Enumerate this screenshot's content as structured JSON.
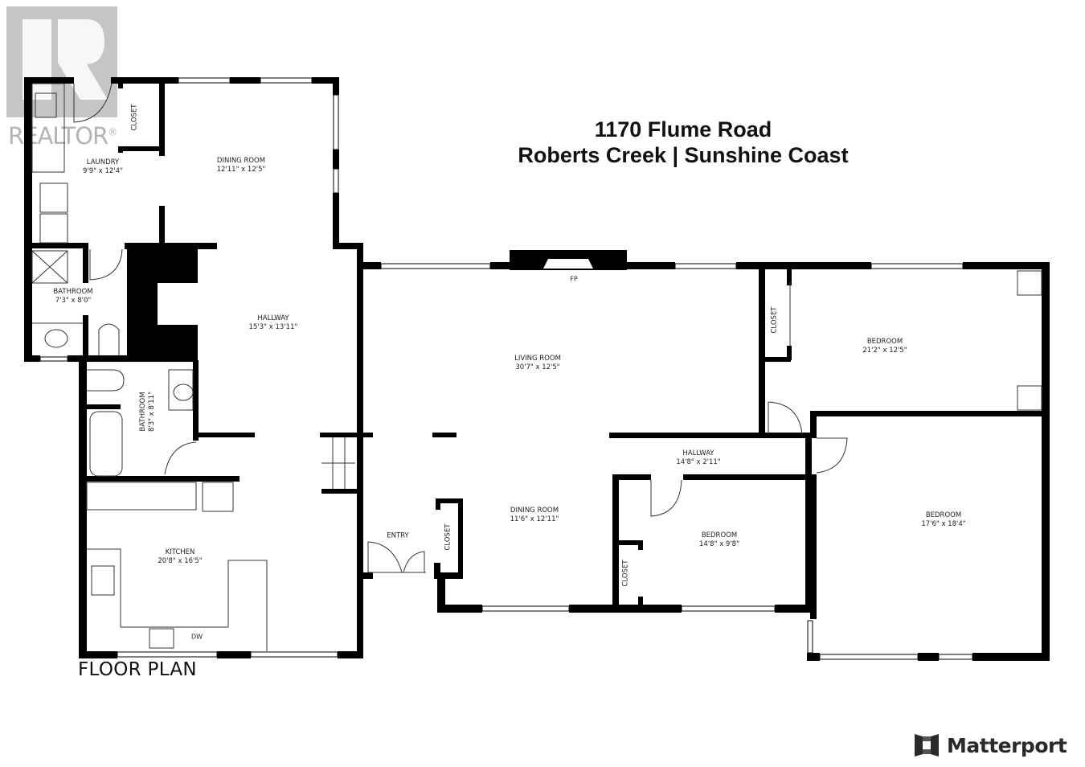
{
  "header": {
    "address_line1": "1170 Flume Road",
    "address_line2": "Roberts Creek | Sunshine Coast"
  },
  "watermark": {
    "brand": "REALTOR",
    "registered_mark": "®",
    "color": "#999999"
  },
  "footer": {
    "plan_label": "FLOOR PLAN",
    "provider": "Matterport"
  },
  "colors": {
    "wall": "#000000",
    "background": "#ffffff",
    "fixture_line": "#333333"
  },
  "rooms": [
    {
      "id": "laundry",
      "name": "LAUNDRY",
      "dims": "9'9\" x 12'4\""
    },
    {
      "id": "closet-laundry",
      "name": "CLOSET",
      "dims": ""
    },
    {
      "id": "dining-room-upper",
      "name": "DINING ROOM",
      "dims": "12'11\" x 12'5\""
    },
    {
      "id": "bathroom-1",
      "name": "BATHROOM",
      "dims": "7'3\" x 8'0\""
    },
    {
      "id": "hallway-main",
      "name": "HALLWAY",
      "dims": "15'3\" x 13'11\""
    },
    {
      "id": "bathroom-2",
      "name": "BATHROOM",
      "dims": "8'3\" x 8'11\""
    },
    {
      "id": "kitchen",
      "name": "KITCHEN",
      "dims": "20'8\" x 16'5\""
    },
    {
      "id": "living-room",
      "name": "LIVING ROOM",
      "dims": "30'7\" x 12'5\""
    },
    {
      "id": "entry",
      "name": "ENTRY",
      "dims": ""
    },
    {
      "id": "closet-entry",
      "name": "CLOSET",
      "dims": ""
    },
    {
      "id": "dining-room-lower",
      "name": "DINING ROOM",
      "dims": "11'6\" x 12'11\""
    },
    {
      "id": "hallway-bedrooms",
      "name": "HALLWAY",
      "dims": "14'8\" x 2'11\""
    },
    {
      "id": "bedroom-small",
      "name": "BEDROOM",
      "dims": "14'8\" x 9'8\""
    },
    {
      "id": "closet-bedroom-small",
      "name": "CLOSET",
      "dims": ""
    },
    {
      "id": "bedroom-upper-right",
      "name": "BEDROOM",
      "dims": "21'2\" x 12'5\""
    },
    {
      "id": "closet-bedroom-upper",
      "name": "CLOSET",
      "dims": ""
    },
    {
      "id": "bedroom-lower-right",
      "name": "BEDROOM",
      "dims": "17'6\" x 18'4\""
    }
  ],
  "annotations": {
    "fireplace": "FP",
    "dishwasher": "DW"
  }
}
